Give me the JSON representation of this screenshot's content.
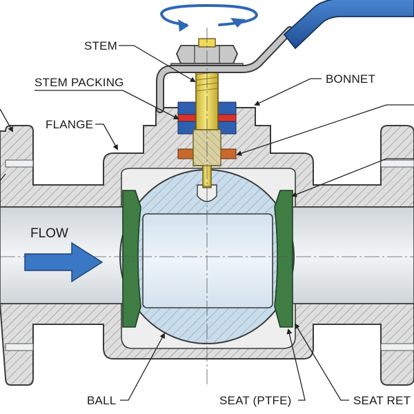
{
  "labels": {
    "stem": "STEM",
    "stem_packing": "STEM PACKING",
    "bonnet": "BONNET",
    "flange": "FLANGE",
    "flow": "FLOW",
    "ball": "BALL",
    "seat": "SEAT (PTFE)",
    "seat_retainer": "SEAT RET"
  },
  "colors": {
    "body_fill": "#dcdcdc",
    "hatch": "#9a9a9a",
    "bore": "#e8ecef",
    "ball": "#c9dcea",
    "ball_window": "#dde9f3",
    "stem": "#efd95a",
    "seat": "#3f7d45",
    "handle": "#2e68b5",
    "packing_red": "#d9322b",
    "packing_blue": "#2f5fb0",
    "gland": "#c8682a",
    "flow_arrow": "#3a77c4"
  },
  "icons": {
    "rotation": "rotation-arrow-icon",
    "flow": "flow-arrow-icon"
  }
}
